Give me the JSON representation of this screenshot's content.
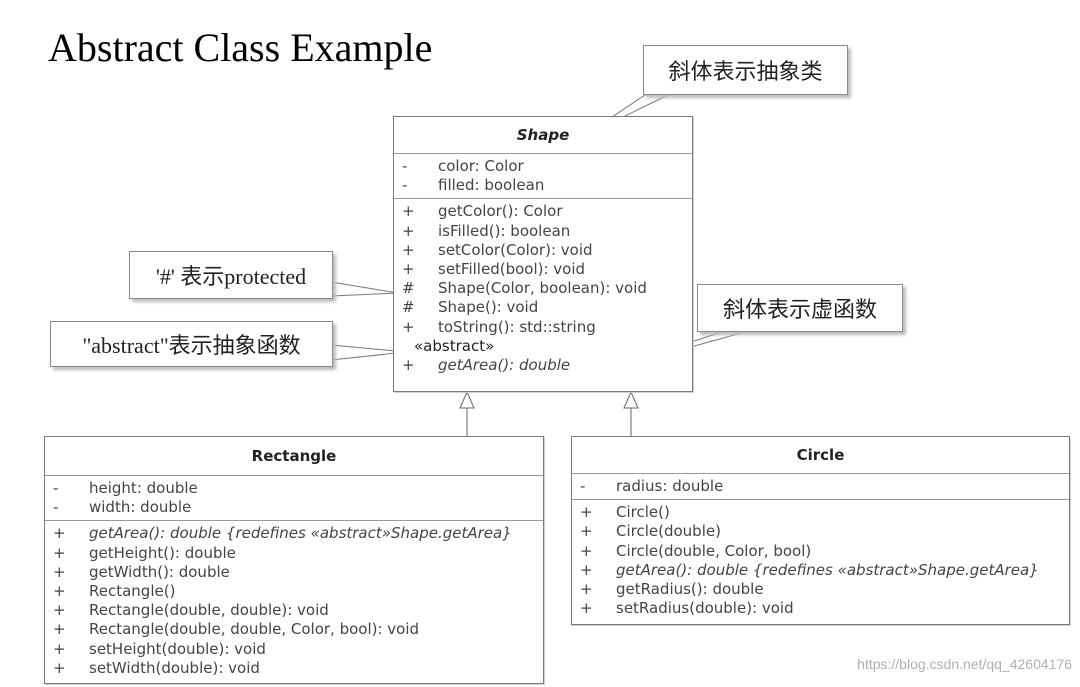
{
  "title": "Abstract Class Example",
  "notes": {
    "italic_abstract": "斜体表示抽象类",
    "hash_protected": "'#' 表示protected",
    "abstract_func": "\"abstract\"表示抽象函数",
    "italic_virtual": "斜体表示虚函数"
  },
  "shape": {
    "name": "Shape",
    "attributes": [
      {
        "vis": "-",
        "text": "color: Color"
      },
      {
        "vis": "-",
        "text": "filled: boolean"
      }
    ],
    "methods": [
      {
        "vis": "+",
        "text": "getColor(): Color"
      },
      {
        "vis": "+",
        "text": "isFilled(): boolean"
      },
      {
        "vis": "+",
        "text": "setColor(Color): void"
      },
      {
        "vis": "+",
        "text": "setFilled(bool): void"
      },
      {
        "vis": "#",
        "text": "Shape(Color, boolean): void"
      },
      {
        "vis": "#",
        "text": "Shape(): void"
      },
      {
        "vis": "+",
        "text": "toString(): std::string"
      }
    ],
    "stereotype": "«abstract»",
    "abstract_method": {
      "vis": "+",
      "text": "getArea(): double"
    }
  },
  "rectangle": {
    "name": "Rectangle",
    "attributes": [
      {
        "vis": "-",
        "text": "height: double"
      },
      {
        "vis": "-",
        "text": "width: double"
      }
    ],
    "methods": [
      {
        "vis": "+",
        "text": "getArea(): double {redefines «abstract»Shape.getArea}",
        "italic": true
      },
      {
        "vis": "+",
        "text": "getHeight(): double"
      },
      {
        "vis": "+",
        "text": "getWidth(): double"
      },
      {
        "vis": "+",
        "text": "Rectangle()"
      },
      {
        "vis": "+",
        "text": "Rectangle(double, double): void"
      },
      {
        "vis": "+",
        "text": "Rectangle(double, double, Color, bool): void"
      },
      {
        "vis": "+",
        "text": "setHeight(double): void"
      },
      {
        "vis": "+",
        "text": "setWidth(double): void"
      }
    ]
  },
  "circle": {
    "name": "Circle",
    "attributes": [
      {
        "vis": "-",
        "text": "radius: double"
      }
    ],
    "methods": [
      {
        "vis": "+",
        "text": "Circle()"
      },
      {
        "vis": "+",
        "text": "Circle(double)"
      },
      {
        "vis": "+",
        "text": "Circle(double, Color, bool)"
      },
      {
        "vis": "+",
        "text": "getArea(): double {redefines «abstract»Shape.getArea}",
        "italic": true
      },
      {
        "vis": "+",
        "text": "getRadius(): double"
      },
      {
        "vis": "+",
        "text": "setRadius(double): void"
      }
    ]
  },
  "watermark": "https://blog.csdn.net/qq_42604176",
  "colors": {
    "annotation_red": "#e0202a",
    "border": "#7a7a7a"
  }
}
